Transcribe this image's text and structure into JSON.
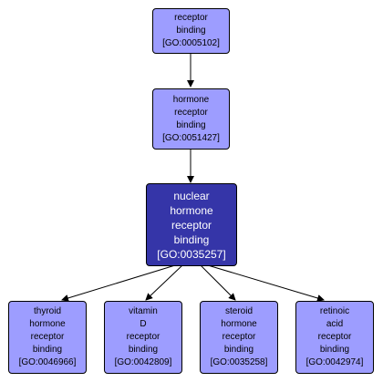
{
  "colors": {
    "node_fill": "#9d9dff",
    "focus_fill": "#3535a8",
    "edge": "#000000"
  },
  "nodes": {
    "receptor_binding": {
      "lines": [
        "receptor",
        "binding",
        "[GO:0005102]"
      ]
    },
    "hormone_receptor_binding": {
      "lines": [
        "hormone",
        "receptor",
        "binding",
        "[GO:0051427]"
      ]
    },
    "nuclear_hormone_receptor_binding": {
      "lines": [
        "nuclear",
        "hormone",
        "receptor",
        "binding",
        "[GO:0035257]"
      ]
    },
    "thyroid_hormone_receptor_binding": {
      "lines": [
        "thyroid",
        "hormone",
        "receptor",
        "binding",
        "[GO:0046966]"
      ]
    },
    "vitamin_d_receptor_binding": {
      "lines": [
        "vitamin",
        "D",
        "receptor",
        "binding",
        "[GO:0042809]"
      ]
    },
    "steroid_hormone_receptor_binding": {
      "lines": [
        "steroid",
        "hormone",
        "receptor",
        "binding",
        "[GO:0035258]"
      ]
    },
    "retinoic_acid_receptor_binding": {
      "lines": [
        "retinoic",
        "acid",
        "receptor",
        "binding",
        "[GO:0042974]"
      ]
    }
  }
}
